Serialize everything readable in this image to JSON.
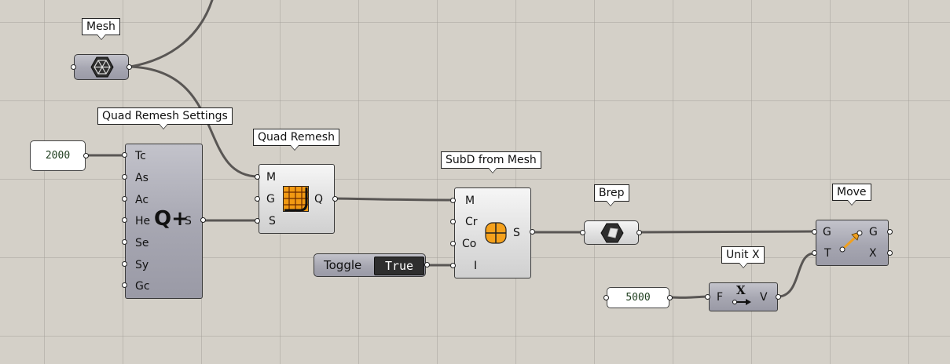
{
  "canvas": {
    "colors": {
      "background": "#d4d0c8",
      "wire": "#595654",
      "component": "#dedede",
      "dark_component": "#a6a6b1"
    }
  },
  "components": {
    "mesh": {
      "label": "Mesh",
      "icon": "mesh-icon"
    },
    "quad_remesh_settings": {
      "label": "Quad Remesh Settings",
      "inputs": [
        "Tc",
        "As",
        "Ac",
        "He",
        "Se",
        "Sy",
        "Gc"
      ],
      "output": "S",
      "icon_text": "Q+",
      "icon": "quad-remesh-settings-icon"
    },
    "number_2000": {
      "value": "2000"
    },
    "quad_remesh": {
      "label": "Quad Remesh",
      "inputs": [
        "M",
        "G",
        "S"
      ],
      "output": "Q",
      "icon": "quad-remesh-icon"
    },
    "subd_from_mesh": {
      "label": "SubD from Mesh",
      "inputs": [
        "M",
        "Cr",
        "Co",
        "I"
      ],
      "output": "S",
      "icon": "subd-icon"
    },
    "toggle": {
      "label": "Toggle",
      "value": "True"
    },
    "brep": {
      "label": "Brep",
      "icon": "brep-icon"
    },
    "move": {
      "label": "Move",
      "inputs": [
        "G",
        "T"
      ],
      "outputs": [
        "G",
        "X"
      ],
      "icon": "move-arrow-icon"
    },
    "unit_x": {
      "label": "Unit X",
      "input": "F",
      "output": "V",
      "icon_text": "X",
      "icon": "unit-x-icon"
    },
    "number_5000": {
      "value": "5000"
    }
  }
}
